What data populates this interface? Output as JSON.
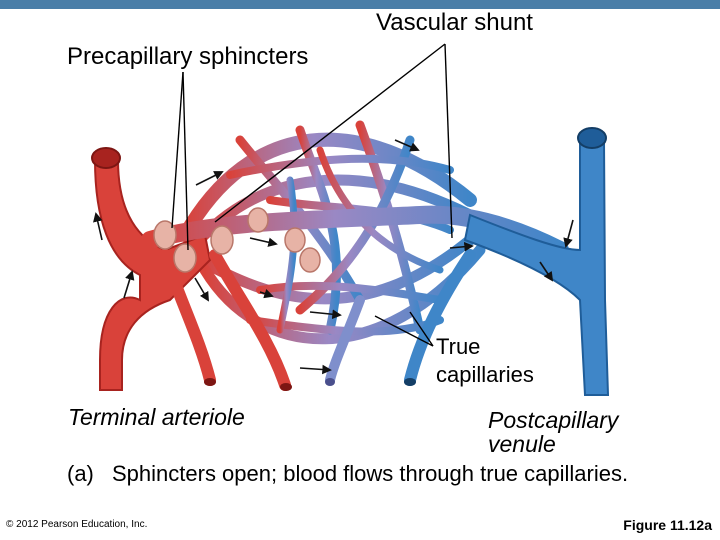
{
  "labels": {
    "vascular_shunt": "Vascular shunt",
    "precapillary_sphincters": "Precapillary sphincters",
    "true_capillaries": "True capillaries",
    "terminal_arteriole": "Terminal arteriole",
    "postcapillary_venule": "Postcapillary venule"
  },
  "caption": {
    "letter": "(a)",
    "text": "Sphincters open; blood flows through true capillaries."
  },
  "copyright": "© 2012 Pearson Education, Inc.",
  "figure_number": "Figure 11.12a",
  "colors": {
    "header_bar": "#4a7ea8",
    "arteriole": "#d9423a",
    "arteriole_dark": "#a8231f",
    "venule": "#3f86c8",
    "venule_dark": "#1f5d99",
    "mixed": "#9a88c4",
    "sphincter": "#e7b3a6"
  }
}
